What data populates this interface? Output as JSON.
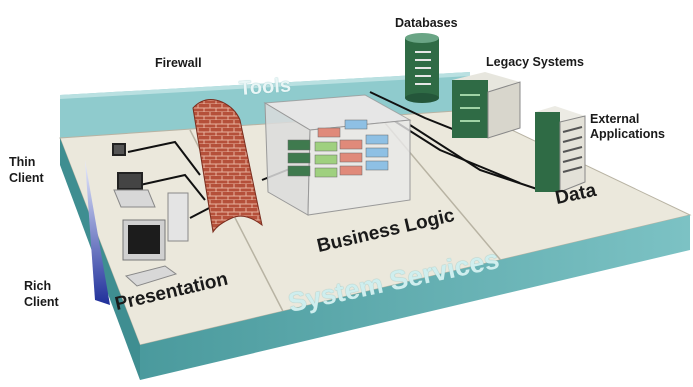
{
  "labels": {
    "databases": "Databases",
    "firewall": "Firewall",
    "legacy_systems": "Legacy Systems",
    "external_applications_line1": "External",
    "external_applications_line2": "Applications",
    "thin_client_line1": "Thin",
    "thin_client_line2": "Client",
    "rich_client_line1": "Rich",
    "rich_client_line2": "Client",
    "tools": "Tools",
    "data": "Data",
    "business_logic": "Business Logic",
    "presentation": "Presentation",
    "system_services": "System Services"
  },
  "colors": {
    "platform_top": "#ebe8dc",
    "teal_band": "#63aeb1",
    "teal_dark": "#3f8e91",
    "brick": "#b5503a",
    "server_green": "#2f6b45",
    "client_gradient_blue": "#1f2f9a"
  }
}
